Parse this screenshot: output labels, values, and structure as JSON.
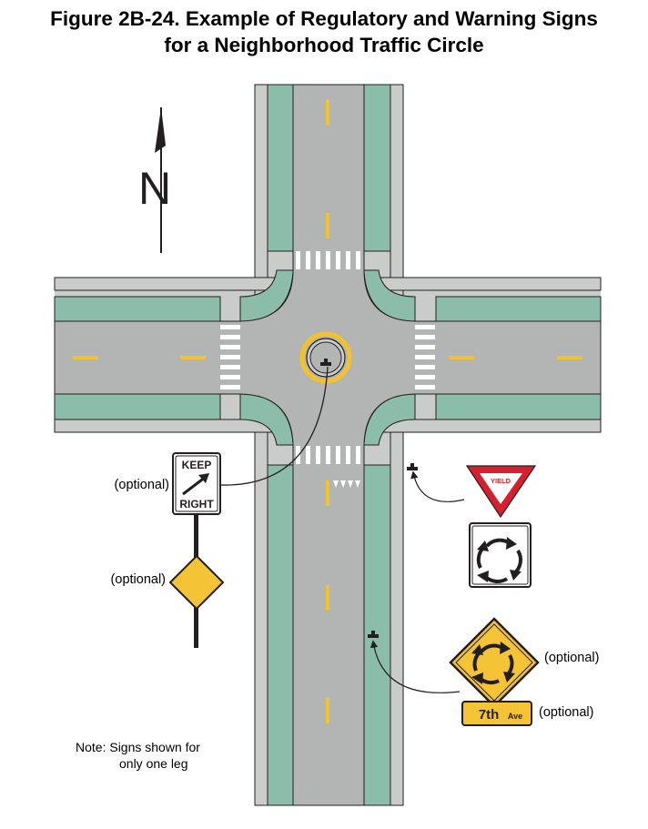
{
  "figure": {
    "title_line1": "Figure 2B-24.  Example of Regulatory and Warning Signs",
    "title_line2": "for a Neighborhood Traffic Circle"
  },
  "north_arrow": {
    "letter": "N"
  },
  "signs": {
    "keep_right": {
      "line1": "KEEP",
      "line2": "RIGHT",
      "optional_label": "(optional)"
    },
    "warning_diamond_left": {
      "optional_label": "(optional)"
    },
    "yield": {
      "text": "YIELD"
    },
    "roundabout_warning": {
      "optional_label": "(optional)"
    },
    "street_plaque": {
      "number": "7th",
      "suffix": "Ave",
      "optional_label": "(optional)"
    }
  },
  "note": {
    "line1": "Note:  Signs shown for",
    "line2": "only one leg"
  },
  "colors": {
    "road": "#b3b5b4",
    "sidewalk": "#c9ccca",
    "median_strip": "#8cbcaa",
    "center_line": "#f3c22a",
    "yield_red": "#d6202f",
    "warning_yellow": "#f5c336",
    "outline": "#231f20"
  }
}
